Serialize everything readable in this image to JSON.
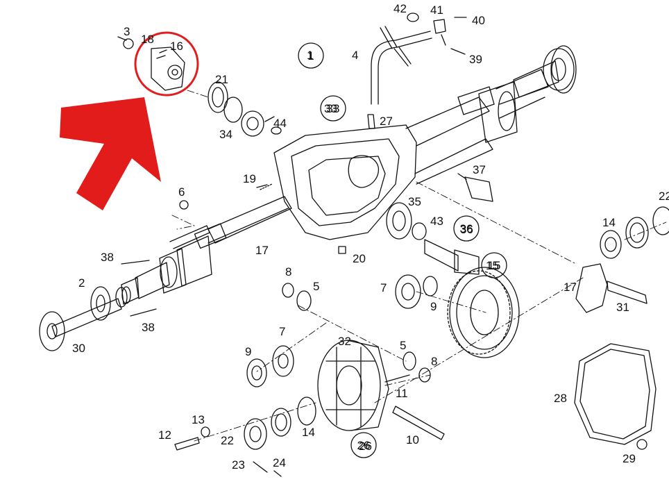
{
  "diagram": {
    "part_numbers": [
      "1",
      "2",
      "3",
      "4",
      "5",
      "5",
      "6",
      "7",
      "7",
      "8",
      "8",
      "9",
      "9",
      "10",
      "11",
      "12",
      "13",
      "14",
      "14",
      "15",
      "16",
      "17",
      "17",
      "18",
      "19",
      "20",
      "21",
      "22",
      "22",
      "23",
      "24",
      "26",
      "27",
      "28",
      "29",
      "30",
      "31",
      "32",
      "33",
      "34",
      "35",
      "36",
      "37",
      "38",
      "38",
      "39",
      "40",
      "41",
      "42",
      "43",
      "44"
    ],
    "circled_numbers": [
      "1",
      "33",
      "36",
      "15",
      "26"
    ],
    "highlight": {
      "target_part": "16",
      "color": "#e01e1e",
      "arrow_color": "#e01e1e"
    }
  }
}
